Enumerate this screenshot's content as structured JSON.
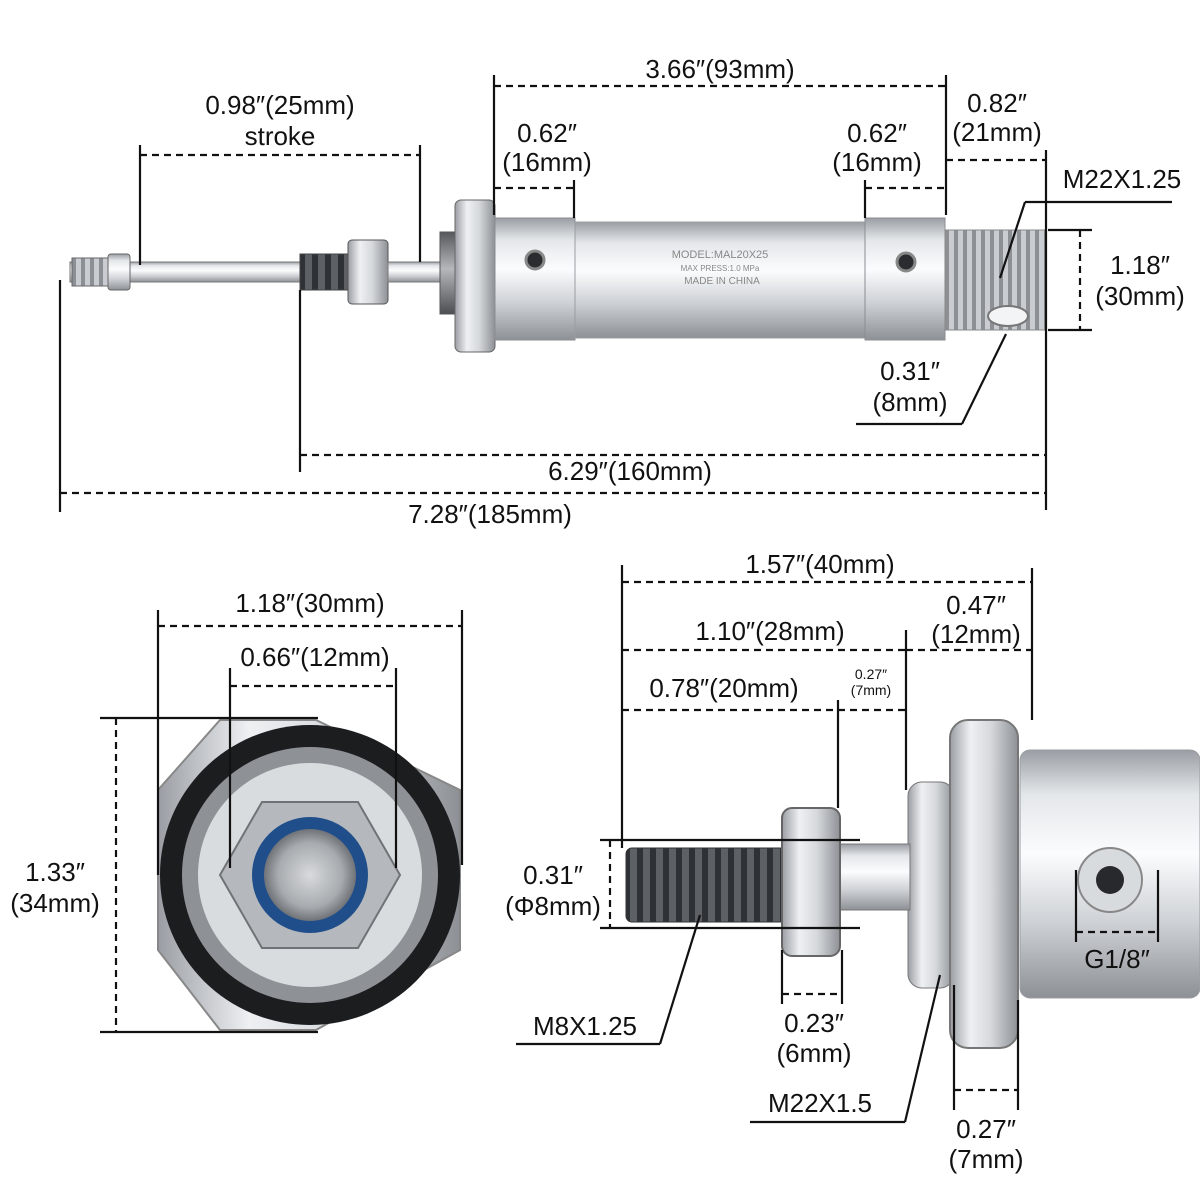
{
  "product": {
    "model_text": "MODEL:MAL20X25",
    "pressure_text": "MAX PRESS:1.0 MPa",
    "origin_text": "MADE IN CHINA"
  },
  "side_view": {
    "stroke_dim": "0.98″(25mm)",
    "stroke_word": "stroke",
    "body_length": "3.66″(93mm)",
    "front_cap_line1": "0.62″",
    "front_cap_line2": "(16mm)",
    "rear_cap_line1": "0.62″",
    "rear_cap_line2": "(16mm)",
    "rear_thread_len_line1": "0.82″",
    "rear_thread_len_line2": "(21mm)",
    "rear_thread_spec": "M22X1.25",
    "diameter_line1": "1.18″",
    "diameter_line2": "(30mm)",
    "hole_line1": "0.31″",
    "hole_line2": "(8mm)",
    "length_from_nut": "6.29″(160mm)",
    "overall_length": "7.28″(185mm)"
  },
  "end_view": {
    "outer_width": "1.18″(30mm)",
    "inner_width": "0.66″(12mm)",
    "hex_line1": "1.33″",
    "hex_line2": "(34mm)"
  },
  "detail_view": {
    "total": "1.57″(40mm)",
    "to_cap": "1.10″(28mm)",
    "collar_line1": "0.47″",
    "collar_line2": "(12mm)",
    "thread_len": "0.78″(20mm)",
    "gap_line1": "0.27″",
    "gap_line2": "(7mm)",
    "rod_dia_line1": "0.31″",
    "rod_dia_line2": "(Φ8mm)",
    "rod_thread": "M8X1.25",
    "nut_line1": "0.23″",
    "nut_line2": "(6mm)",
    "cap_thread": "M22X1.5",
    "hex_line1": "0.27″",
    "hex_line2": "(7mm)",
    "port": "G1/8″"
  }
}
